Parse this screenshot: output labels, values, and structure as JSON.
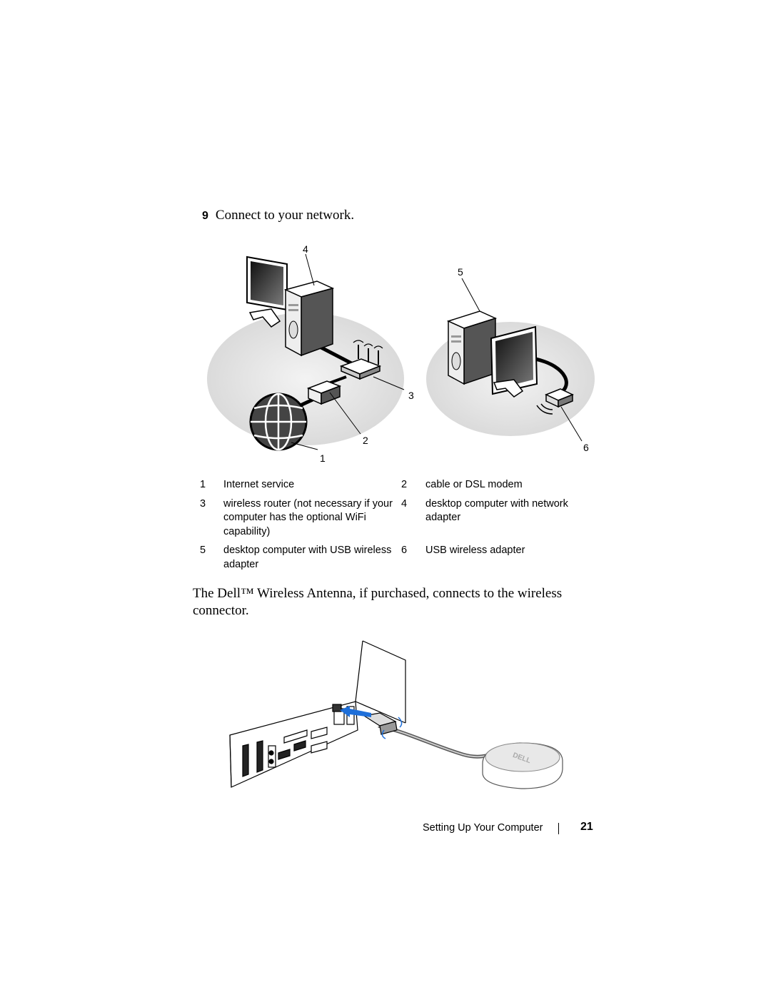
{
  "step": {
    "number": "9",
    "text": "Connect to your network."
  },
  "network_diagram": {
    "callouts": [
      "1",
      "2",
      "3",
      "4",
      "5",
      "6"
    ]
  },
  "legend": [
    {
      "num_a": "1",
      "text_a": "Internet service",
      "num_b": "2",
      "text_b": "cable or DSL modem"
    },
    {
      "num_a": "3",
      "text_a": "wireless router (not necessary if your computer has the optional WiFi capability)",
      "num_b": "4",
      "text_b": "desktop computer with network adapter"
    },
    {
      "num_a": "5",
      "text_a": "desktop computer with USB wireless adapter",
      "num_b": "6",
      "text_b": "USB wireless adapter"
    }
  ],
  "paragraph": "The Dell™ Wireless Antenna, if purchased, connects to the wireless connector.",
  "antenna_diagram": {
    "brand_text": "DELL",
    "arrow_color": "#1e6fd9"
  },
  "footer": {
    "section_title": "Setting Up Your Computer",
    "page_number": "21"
  }
}
